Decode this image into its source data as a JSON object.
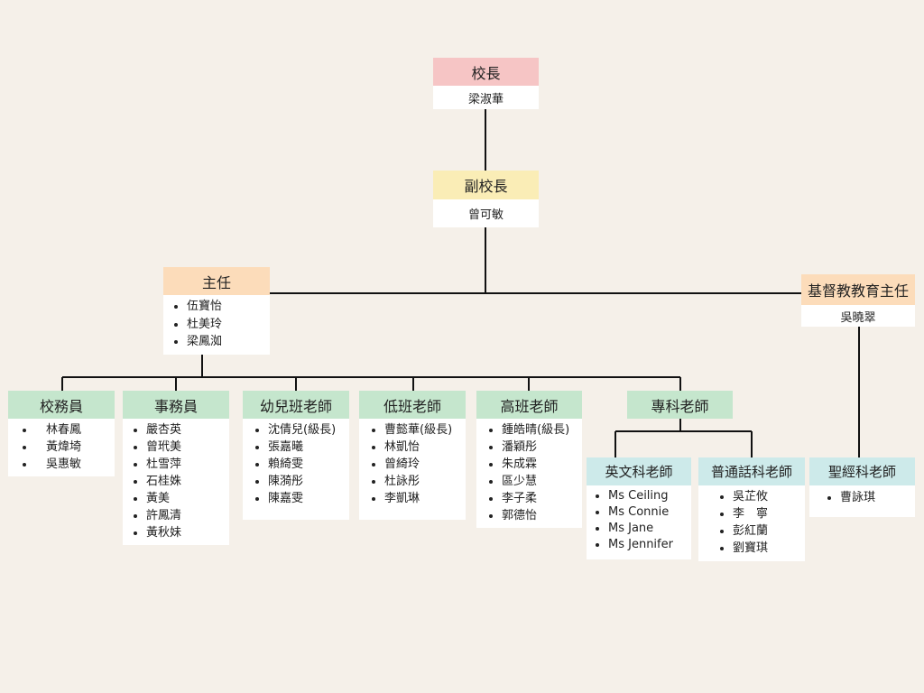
{
  "principal": {
    "title": "校長",
    "name": "梁淑華"
  },
  "vice_principal": {
    "title": "副校長",
    "name": "曾可敏"
  },
  "director": {
    "title": "主任",
    "members": [
      "伍寶怡",
      "杜美玲",
      "梁鳳洳"
    ]
  },
  "christian_ed": {
    "title": "基督教教育主任",
    "name": "吳曉翠"
  },
  "school_workers": {
    "title": "校務員",
    "members": [
      "林春鳳",
      "黃煒埼",
      "吳惠敏"
    ]
  },
  "clerks": {
    "title": "事務員",
    "members": [
      "嚴杏英",
      "曾玳美",
      "杜雪萍",
      "石桂姝",
      "黃美",
      "許鳳清",
      "黃秋妹"
    ]
  },
  "nursery_teachers": {
    "title": "幼兒班老師",
    "members": [
      "沈倩兒(級長)",
      "張嘉曦",
      "賴綺雯",
      "陳漪彤",
      "陳嘉雯"
    ]
  },
  "lower_teachers": {
    "title": "低班老師",
    "members": [
      "曹懿華(級長)",
      "林凱怡",
      "曾綺玲",
      "杜詠彤",
      "李凱琳"
    ]
  },
  "upper_teachers": {
    "title": "高班老師",
    "members": [
      "鍾皓晴(級長)",
      "潘穎彤",
      "朱成霖",
      "區少慧",
      "李子柔",
      "郭德怡"
    ]
  },
  "subject_teachers": {
    "title": "專科老師"
  },
  "english_teachers": {
    "title": "英文科老師",
    "members": [
      "Ms Ceiling",
      "Ms Connie",
      "Ms Jane",
      "Ms Jennifer"
    ]
  },
  "putonghua_teachers": {
    "title": "普通話科老師",
    "members": [
      "吳芷攸",
      "李　寧",
      "彭紅蘭",
      "劉寶琪"
    ]
  },
  "bible_teachers": {
    "title": "聖經科老師",
    "members": [
      "曹詠琪"
    ]
  }
}
